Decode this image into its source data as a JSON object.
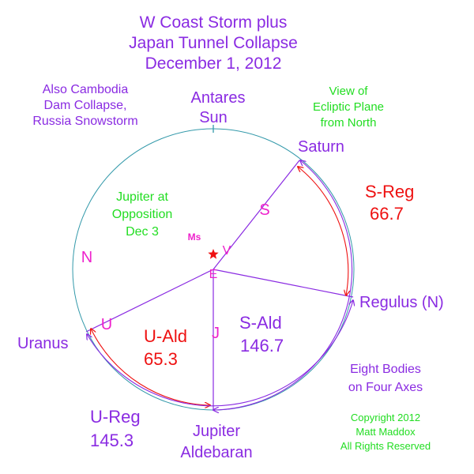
{
  "title": {
    "line1": "W Coast Storm plus",
    "line2": "Japan Tunnel Collapse",
    "line3": "December 1, 2012"
  },
  "notes": {
    "also_line1": "Also Cambodia",
    "also_line2": "Dam Collapse,",
    "also_line3": "Russia Snowstorm",
    "view_line1": "View of",
    "view_line2": "Ecliptic Plane",
    "view_line3": "from North",
    "jupiter_line1": "Jupiter at",
    "jupiter_line2": "Opposition",
    "jupiter_line3": "Dec 3",
    "eight_line1": "Eight Bodies",
    "eight_line2": "on Four Axes",
    "copyright_line1": "Copyright 2012",
    "copyright_line2": "Matt Maddox",
    "copyright_line3": "All Rights Reserved"
  },
  "bodies": {
    "antares": "Antares",
    "sun": "Sun",
    "saturn": "Saturn",
    "regulus": "Regulus (N)",
    "uranus": "Uranus",
    "jupiter": "Jupiter",
    "aldebaran": "Aldebaran"
  },
  "markers": {
    "s": "S",
    "j": "J",
    "u": "U",
    "n": "N",
    "e": "E",
    "v": "V",
    "ms": "Ms"
  },
  "arcs": {
    "s_reg_label": "S-Reg",
    "s_reg_value": "66.7",
    "s_ald_label": "S-Ald",
    "s_ald_value": "146.7",
    "u_ald_label": "U-Ald",
    "u_ald_value": "65.3",
    "u_reg_label": "U-Reg",
    "u_reg_value": "145.3"
  },
  "colors": {
    "purple": "#8a2be2",
    "red": "#ee1111",
    "green": "#22dd22",
    "magenta": "#ee22cc",
    "circle": "#3399aa",
    "black": "#000000"
  }
}
